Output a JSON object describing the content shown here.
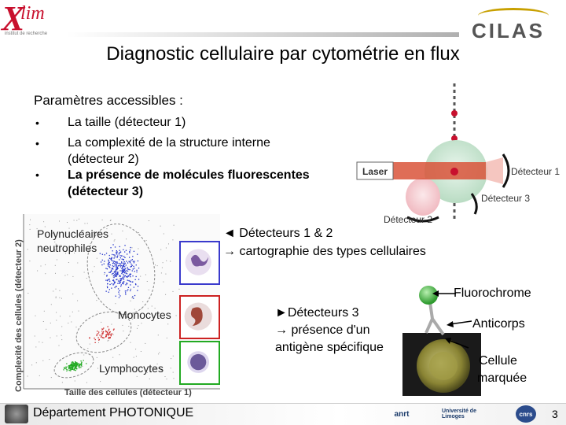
{
  "header": {
    "logo_left": {
      "letter": "X",
      "text": "lim",
      "subtitle": "institut de recherche"
    },
    "logo_right": "CILAS"
  },
  "title": "Diagnostic cellulaire par cytométrie en flux",
  "params": {
    "heading": "Paramètres accessibles :",
    "bullet": "•",
    "items": [
      "La taille (détecteur 1)",
      "La complexité de la structure interne (détecteur 2)",
      "La présence de molécules fluorescentes (détecteur 3)"
    ]
  },
  "diagram": {
    "laser": "Laser",
    "detector1": "Détecteur 1",
    "detector2": "Détecteur 2",
    "detector3": "Détecteur 3"
  },
  "scatter": {
    "y_axis": "Complexité des cellules (détecteur 2)",
    "x_axis": "Taille des cellules (détecteur 1)",
    "populations": [
      {
        "line1": "Polynucléaires",
        "line2": "neutrophiles",
        "color": "#2233cc"
      },
      {
        "line1": "Monocytes",
        "color": "#cc2222"
      },
      {
        "line1": "Lymphocytes",
        "color": "#22aa22"
      }
    ]
  },
  "detectors12": {
    "line1": "◄ Détecteurs 1 & 2",
    "line2": "→ cartographie des types cellulaires"
  },
  "detector3": {
    "line1": "►Détecteurs 3",
    "line2": "→ présence d'un",
    "line3": "antigène spécifique"
  },
  "labels": {
    "fluorochrome": "Fluorochrome",
    "antibody": "Anticorps",
    "cell_line1": "Cellule",
    "cell_line2": "marquée"
  },
  "footer": {
    "department": "Département PHOTONIQUE",
    "logos": [
      "anrt",
      "Université de Limoges",
      "cnrs"
    ],
    "page_number": "3"
  },
  "colors": {
    "accent_red": "#c8102e",
    "laser": "#d9533a",
    "neutrophil": "#2233cc",
    "monocyte": "#cc2222",
    "lymphocyte": "#22aa22"
  }
}
